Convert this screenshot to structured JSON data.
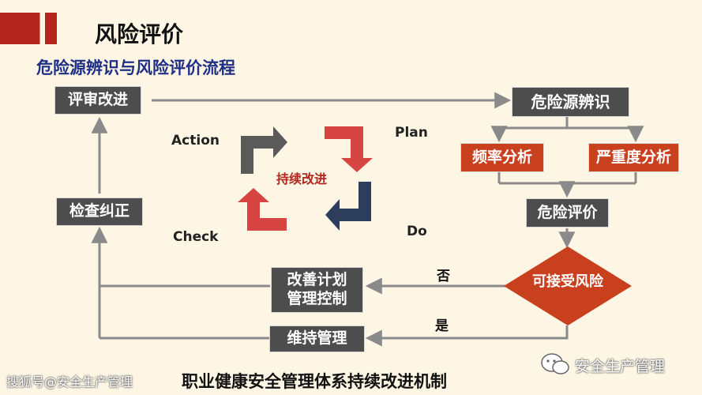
{
  "title": "风险评价",
  "subtitle": "危险源辨识与风险评价流程",
  "cycle": {
    "action": "Action",
    "plan": "Plan",
    "check": "Check",
    "do": "Do",
    "center": "持续改进"
  },
  "nodes": {
    "review": "评审改进",
    "inspect": "检查纠正",
    "hazard_id": "危险源辨识",
    "frequency": "频率分析",
    "severity": "严重度分析",
    "risk_eval": "危险评价",
    "acceptable": "可接受风险",
    "improve_plan_1": "改善计划",
    "improve_plan_2": "管理控制",
    "maintain": "维持管理"
  },
  "edges": {
    "no": "否",
    "yes": "是"
  },
  "footer": "职业健康安全管理体系持续改进机制",
  "watermark_left": "搜狐号@安全生产管理",
  "watermark_right": "安全生产管理",
  "colors": {
    "background": "#fdf6e4",
    "gray_box": "#4d4d4d",
    "red_box": "#c9401f",
    "title_red": "#b3261e",
    "subtitle_blue": "#1f2f86",
    "arrow_gray": "#8a8a8a",
    "cycle_dark": "#5a5a5a",
    "cycle_red": "#d64541",
    "cycle_navy": "#2c3e5c"
  }
}
